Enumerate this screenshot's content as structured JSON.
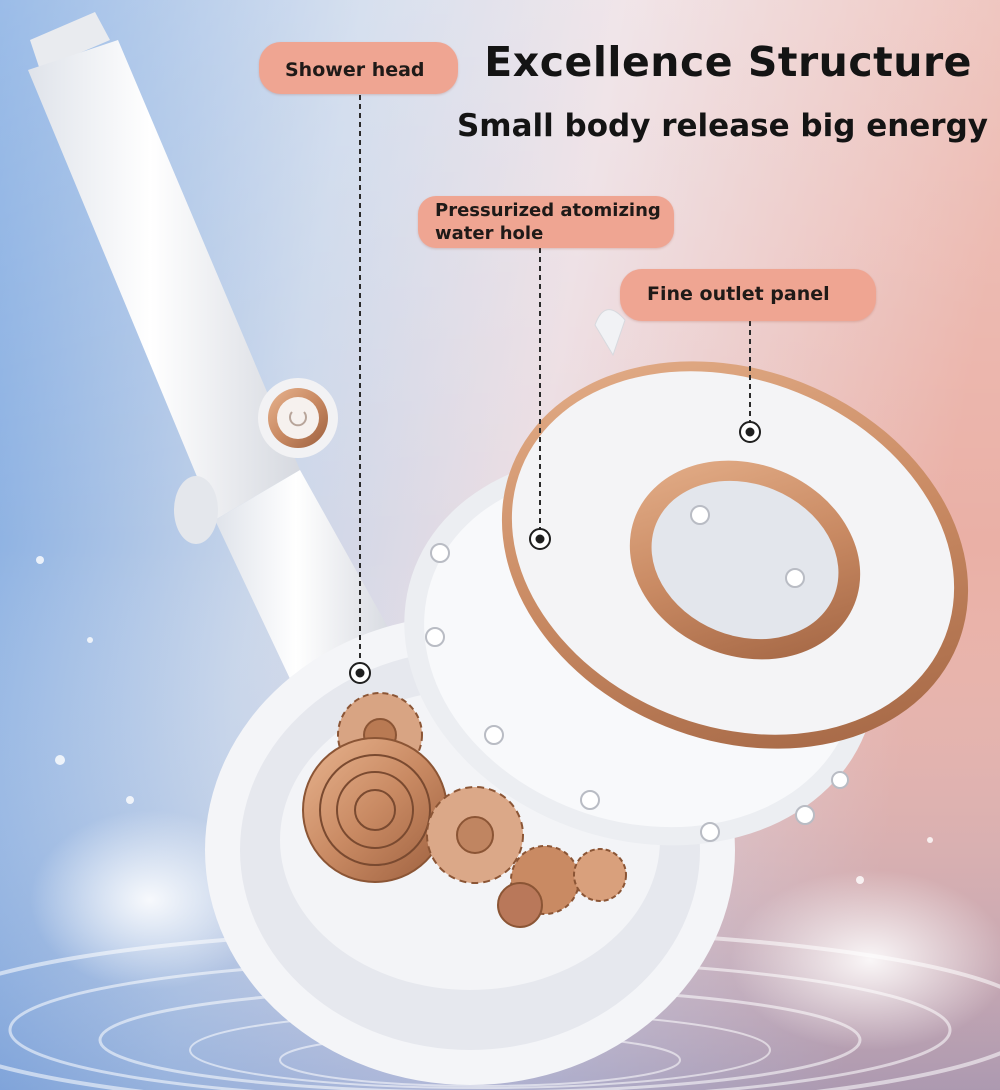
{
  "header": {
    "title": "Excellence Structure",
    "subtitle": "Small body release big energy"
  },
  "callouts": {
    "shower_head": "Shower head",
    "atomizing_hole": "Pressurized atomizing water hole",
    "outlet_panel": "Fine outlet panel"
  },
  "colors": {
    "label_fill": "#efa592",
    "copper": "#c98a63",
    "bg_left": "#6f9fdc",
    "bg_right": "#eab3aa"
  }
}
